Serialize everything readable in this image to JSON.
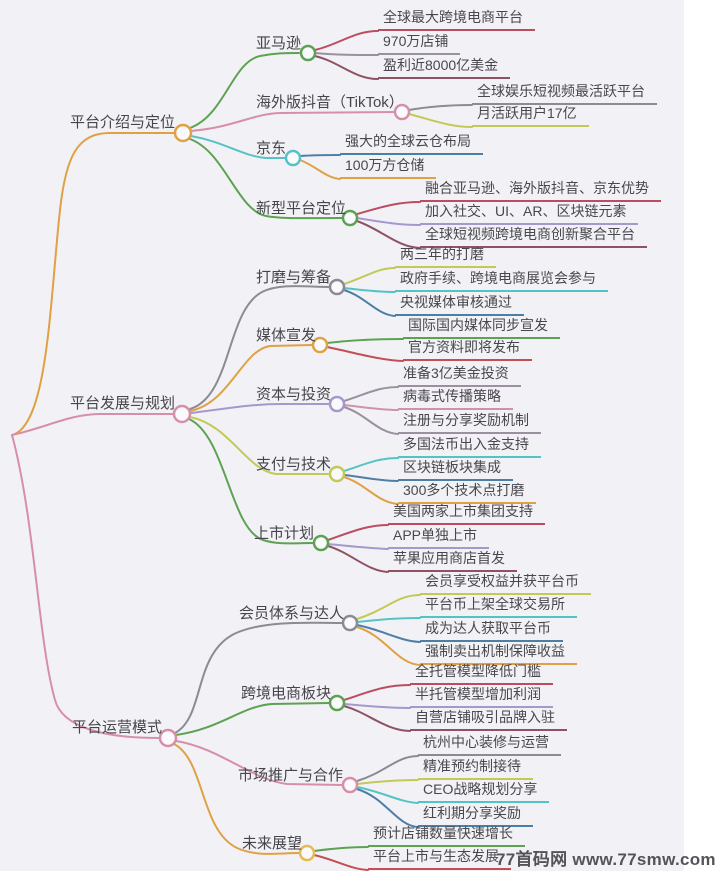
{
  "watermark": {
    "text": "77首码网  www.77smw.com"
  },
  "palette": {
    "background": "#f2f2f6",
    "text": "#47474d",
    "orange": "#e0a144",
    "pink": "#d78fa7",
    "green": "#5da253",
    "teal": "#55c3c6",
    "gray": "#8b8b94",
    "purple": "#a698cc",
    "yellow_green": "#c2c956",
    "crimson": "#bb4d60",
    "maroon": "#8f5262",
    "steel_blue": "#4d7ea6",
    "mauve_gray": "#9a909f",
    "rose": "#cf93a8",
    "red": "#c05055"
  },
  "mindmap": {
    "branches": [
      {
        "label": "平台介绍与定位",
        "children": [
          {
            "label": "亚马逊",
            "leaves": [
              "全球最大跨境电商平台",
              "970万店铺",
              "盈利近8000亿美金"
            ]
          },
          {
            "label": "海外版抖音（TikTok）",
            "leaves": [
              "全球娱乐短视频最活跃平台",
              "月活跃用户17亿"
            ]
          },
          {
            "label": "京东",
            "leaves": [
              "强大的全球云仓布局",
              "100万方仓储"
            ]
          },
          {
            "label": "新型平台定位",
            "leaves": [
              "融合亚马逊、海外版抖音、京东优势",
              "加入社交、UI、AR、区块链元素",
              "全球短视频跨境电商创新聚合平台"
            ]
          }
        ]
      },
      {
        "label": "平台发展与规划",
        "children": [
          {
            "label": "打磨与筹备",
            "leaves": [
              "两三年的打磨",
              "政府手续、跨境电商展览会参与",
              "央视媒体审核通过"
            ]
          },
          {
            "label": "媒体宣发",
            "leaves": [
              "国际国内媒体同步宣发",
              "官方资料即将发布"
            ]
          },
          {
            "label": "资本与投资",
            "leaves": [
              "准备3亿美金投资",
              "病毒式传播策略",
              "注册与分享奖励机制"
            ]
          },
          {
            "label": "支付与技术",
            "leaves": [
              "多国法币出入金支持",
              "区块链板块集成",
              "300多个技术点打磨"
            ]
          },
          {
            "label": "上市计划",
            "leaves": [
              "美国两家上市集团支持",
              "APP单独上市",
              "苹果应用商店首发"
            ]
          }
        ]
      },
      {
        "label": "平台运营模式",
        "children": [
          {
            "label": "会员体系与达人",
            "leaves": [
              "会员享受权益并获平台币",
              "平台币上架全球交易所",
              "成为达人获取平台币",
              "强制卖出机制保障收益"
            ]
          },
          {
            "label": "跨境电商板块",
            "leaves": [
              "全托管模型降低门槛",
              "半托管模型增加利润",
              "自营店铺吸引品牌入驻"
            ]
          },
          {
            "label": "市场推广与合作",
            "leaves": [
              "杭州中心装修与运营",
              "精准预约制接待",
              "CEO战略规划分享",
              "红利期分享奖励"
            ]
          },
          {
            "label": "未来展望",
            "leaves": [
              "预计店铺数量快速增长",
              "平台上市与生态发展"
            ]
          }
        ]
      }
    ]
  }
}
